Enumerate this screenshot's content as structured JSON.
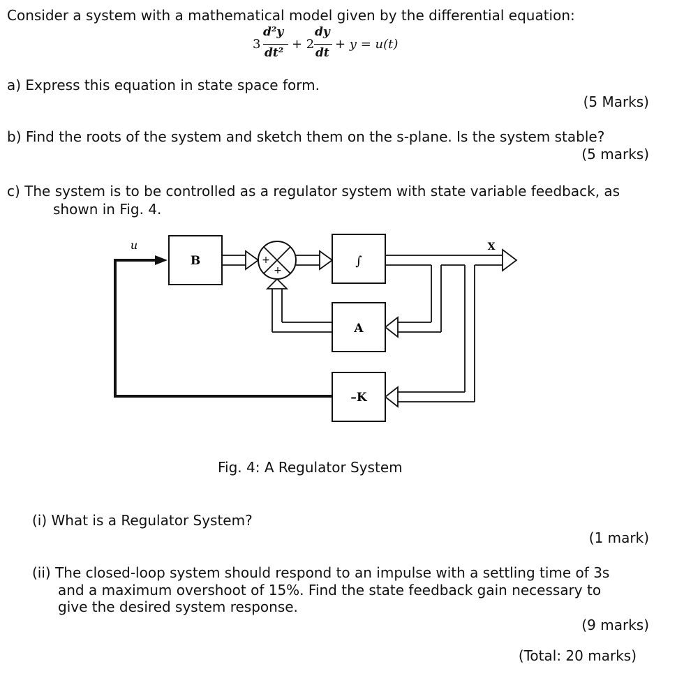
{
  "intro": "Consider a system with a mathematical model given by the differential equation:",
  "equation": {
    "coef1": "3",
    "num1": "d²y",
    "den1": "dt²",
    "plus1": "+ 2",
    "num2": "dy",
    "den2": "dt",
    "rest": "+ y = u(t)"
  },
  "part_a": {
    "text": "a) Express this equation in state space form.",
    "marks": "(5 Marks)"
  },
  "part_b": {
    "text": "b) Find the roots of the system and sketch them on the s-plane. Is the system stable?",
    "marks": "(5 marks)"
  },
  "part_c": {
    "line1": "c) The system is to be controlled as a regulator system with state variable feedback, as",
    "line2": "shown in Fig. 4."
  },
  "figure": {
    "input_label": "u",
    "output_label": "X",
    "block_b": "B",
    "block_int": "∫",
    "block_a": "A",
    "block_k": "–K",
    "sum_sign_left": "+",
    "sum_sign_bottom": "+",
    "caption": "Fig. 4: A Regulator System"
  },
  "part_c_i": {
    "text": "(i)  What is a Regulator System?",
    "marks": "(1 mark)"
  },
  "part_c_ii": {
    "line1": "(ii)  The closed-loop system should respond to an impulse with a settling time of 3s",
    "line2": "and a maximum overshoot of 15%. Find the state feedback gain necessary to",
    "line3": "give the desired system response.",
    "marks": "(9 marks)"
  },
  "total": "(Total: 20 marks)"
}
